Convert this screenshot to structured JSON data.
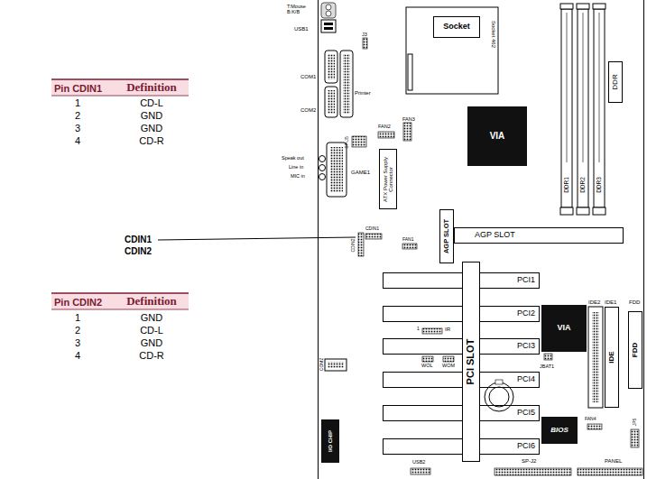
{
  "diagram": {
    "nodes": [
      {
        "text": [
          "Socket"
        ]
      },
      {
        "text": [
          "DDR"
        ]
      },
      {
        "text": [
          "ATX Power Supply Connector"
        ]
      },
      {
        "text": [
          "VIA"
        ]
      },
      {
        "text": [
          "AGP SLOT"
        ]
      },
      {
        "text": [
          "AGP SLOT"
        ]
      },
      {
        "text": [
          "PCI1"
        ]
      },
      {
        "text": [
          "PCI2"
        ]
      },
      {
        "text": [
          "PCI3"
        ]
      },
      {
        "text": [
          "PCI4"
        ]
      },
      {
        "text": [
          "PCI5"
        ]
      },
      {
        "text": [
          "PCI6"
        ]
      },
      {
        "text": [
          "PCI SLOT"
        ]
      },
      {
        "text": [
          "VIA"
        ]
      },
      {
        "text": [
          "IDE"
        ]
      },
      {
        "text": [
          "FDD"
        ]
      },
      {
        "text": [
          "I/O CHIP"
        ]
      },
      {
        "text": [
          "BIOS"
        ]
      }
    ],
    "labels": [
      "Pin CDIN1",
      "Definition",
      "1",
      "CD-L",
      "2",
      "GND",
      "3",
      "GND",
      "4",
      "CD-R",
      "Pin CDIN2",
      "Definition",
      "1",
      "GND",
      "2",
      "CD-L",
      "3",
      "GND",
      "4",
      "CD-R",
      "CDIN1",
      "CDIN2",
      "T:Mouse B:K/B",
      "USB1",
      "J3",
      "COM1",
      "Printer",
      "COM2",
      "Speak out",
      "Line in",
      "MIC in",
      "GAME1",
      "FAN2",
      "FAN3",
      "SP-J5",
      "Socket 462",
      "DDR1",
      "DDR2",
      "DDR3",
      "CDIN1",
      "CDIN2",
      "FAN1",
      "1",
      "IR",
      "WOL",
      "WOM",
      "COM2",
      "JBAT1",
      "IDE2",
      "IDE1",
      "FDD",
      "FAN4",
      "JP5",
      "USB2",
      "SP-J2",
      "PANEL"
    ]
  }
}
